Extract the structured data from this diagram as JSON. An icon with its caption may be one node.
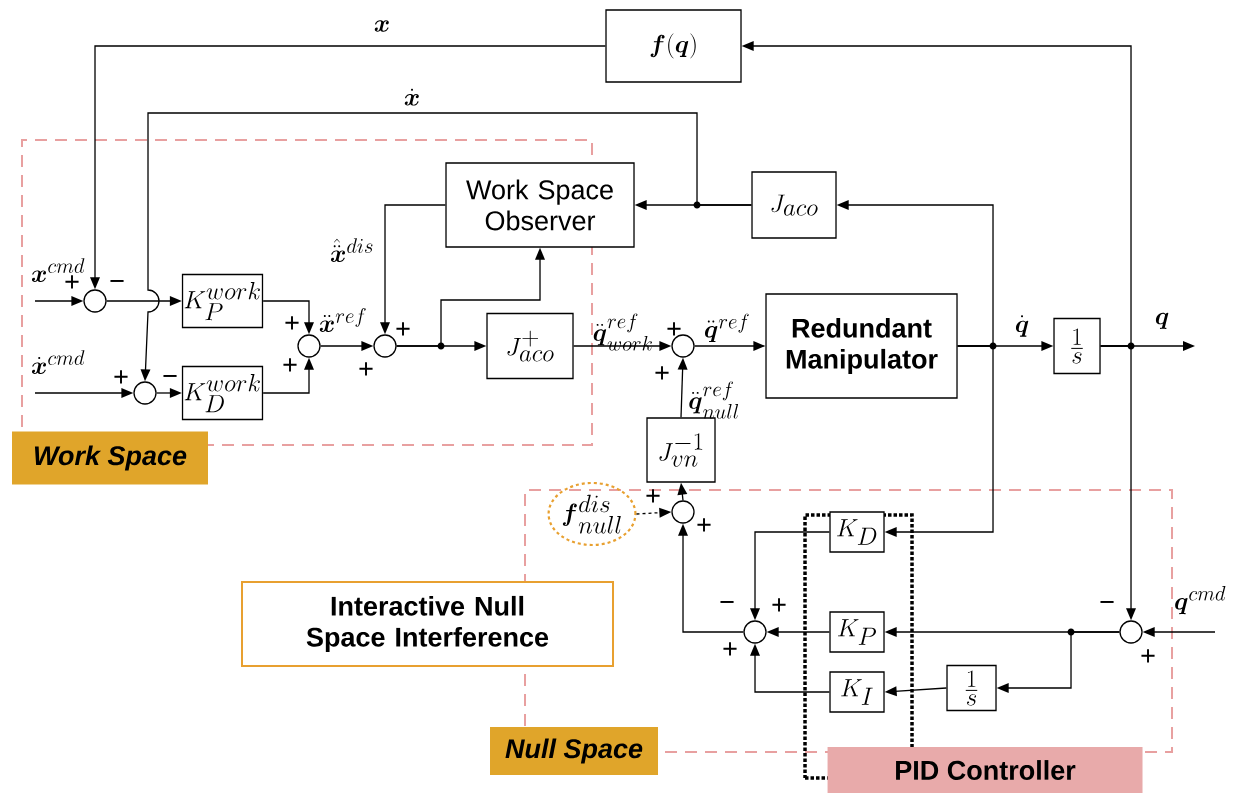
{
  "diagram": {
    "nodes": [
      {
        "text": [
          "Work Space"
        ]
      },
      {
        "text": [
          "Null Space"
        ]
      },
      {
        "text": [
          "PID Controller"
        ]
      },
      {
        "text": [
          "\\boldsymbol{f}(\\boldsymbol{q})"
        ]
      },
      {
        "text": [
          "Work Space Observer"
        ]
      },
      {
        "text": [],
        "shape": "circle",
        "in": 0
      },
      {
        "text": [
          "K_P^{work}"
        ],
        "in": 0
      },
      {
        "text": [],
        "shape": "circle",
        "in": 0
      },
      {
        "text": [
          "K_D^{work}"
        ],
        "in": 0
      },
      {
        "text": [],
        "shape": "circle",
        "in": 0
      },
      {
        "text": [],
        "shape": "circle",
        "in": 0
      },
      {
        "text": [
          "J_{aco}^{+}"
        ],
        "in": 0
      },
      {
        "text": [
          "J_{aco}"
        ]
      },
      {
        "text": [],
        "shape": "circle"
      },
      {
        "text": [
          "Redundant Manipulator"
        ]
      },
      {
        "text": [
          "\\frac{1}{s}"
        ]
      },
      {
        "text": [
          "J_{vn}^{-1}"
        ]
      },
      {
        "text": [
          "\\boldsymbol{f}_{null}^{dis}"
        ],
        "in": 1
      },
      {
        "text": [],
        "shape": "circle",
        "in": 1
      },
      {
        "text": [
          "Interactive Null Space Interference"
        ]
      },
      {
        "text": [
          "K_D"
        ],
        "in": 2
      },
      {
        "text": [
          "K_P"
        ],
        "in": 2
      },
      {
        "text": [
          "K_I"
        ],
        "in": 2
      },
      {
        "text": [],
        "shape": "circle",
        "in": 1
      },
      {
        "text": [
          "\\frac{1}{s}"
        ],
        "in": 1
      },
      {
        "text": [],
        "shape": "circle",
        "in": 1
      }
    ],
    "edges": [
      {
        "from": null,
        "to": 5,
        "arrow": "to",
        "label": "\\boldsymbol{x}^{cmd}"
      },
      {
        "from": null,
        "to": 7,
        "arrow": "to",
        "label": "\\dot{\\boldsymbol{x}}^{cmd}"
      },
      {
        "from": 3,
        "to": 5,
        "arrow": "to",
        "label": "\\boldsymbol{x}"
      },
      {
        "from": 12,
        "to": 4,
        "arrow": "to"
      },
      {
        "from": 12,
        "to": 7,
        "arrow": "to",
        "label": "\\dot{\\boldsymbol{x}}"
      },
      {
        "from": 5,
        "to": 6,
        "arrow": "to"
      },
      {
        "from": 7,
        "to": 8,
        "arrow": "to"
      },
      {
        "from": 6,
        "to": 9,
        "arrow": "to"
      },
      {
        "from": 8,
        "to": 9,
        "arrow": "to"
      },
      {
        "from": 9,
        "to": 10,
        "arrow": "to",
        "label": "\\ddot{\\boldsymbol{x}}^{ref}"
      },
      {
        "from": 4,
        "to": 10,
        "arrow": "to",
        "label": "\\hat{\\ddot{\\boldsymbol{x}}}^{dis}"
      },
      {
        "from": 10,
        "to": 11,
        "arrow": "to"
      },
      {
        "from": 10,
        "to": 4,
        "arrow": "to"
      },
      {
        "from": 11,
        "to": 13,
        "arrow": "to",
        "label": "\\ddot{\\boldsymbol{q}}_{work}^{ref}"
      },
      {
        "from": 13,
        "to": 14,
        "arrow": "to",
        "label": "\\ddot{\\boldsymbol{q}}^{ref}"
      },
      {
        "from": 16,
        "to": 13,
        "arrow": "to",
        "label": "\\ddot{\\boldsymbol{q}}_{null}^{ref}"
      },
      {
        "from": 14,
        "to": 15,
        "arrow": "to",
        "label": "\\dot{\\boldsymbol{q}}"
      },
      {
        "from": 14,
        "to": 12,
        "arrow": "to"
      },
      {
        "from": 14,
        "to": 20,
        "arrow": "to"
      },
      {
        "from": 15,
        "to": null,
        "arrow": "to",
        "label": "\\boldsymbol{q}"
      },
      {
        "from": 15,
        "to": 3,
        "arrow": "to"
      },
      {
        "from": 15,
        "to": 25,
        "arrow": "to"
      },
      {
        "from": null,
        "to": 25,
        "arrow": "to",
        "label": "\\boldsymbol{q}^{cmd}"
      },
      {
        "from": 25,
        "to": 21,
        "arrow": "to"
      },
      {
        "from": 25,
        "to": 24,
        "arrow": "to"
      },
      {
        "from": 24,
        "to": 22,
        "arrow": "to"
      },
      {
        "from": 20,
        "to": 23,
        "arrow": "to"
      },
      {
        "from": 21,
        "to": 23,
        "arrow": "to"
      },
      {
        "from": 22,
        "to": 23,
        "arrow": "to"
      },
      {
        "from": 23,
        "to": 18,
        "arrow": "to"
      },
      {
        "from": 17,
        "to": 18,
        "arrow": "to",
        "style": "dashed"
      },
      {
        "from": 18,
        "to": 16,
        "arrow": "to"
      }
    ],
    "labels": [
      "+",
      "−",
      "+",
      "+",
      "+",
      "+",
      "+",
      "−",
      "+",
      "+",
      "+",
      "+",
      "−",
      "+",
      "−",
      "+",
      "+"
    ]
  }
}
